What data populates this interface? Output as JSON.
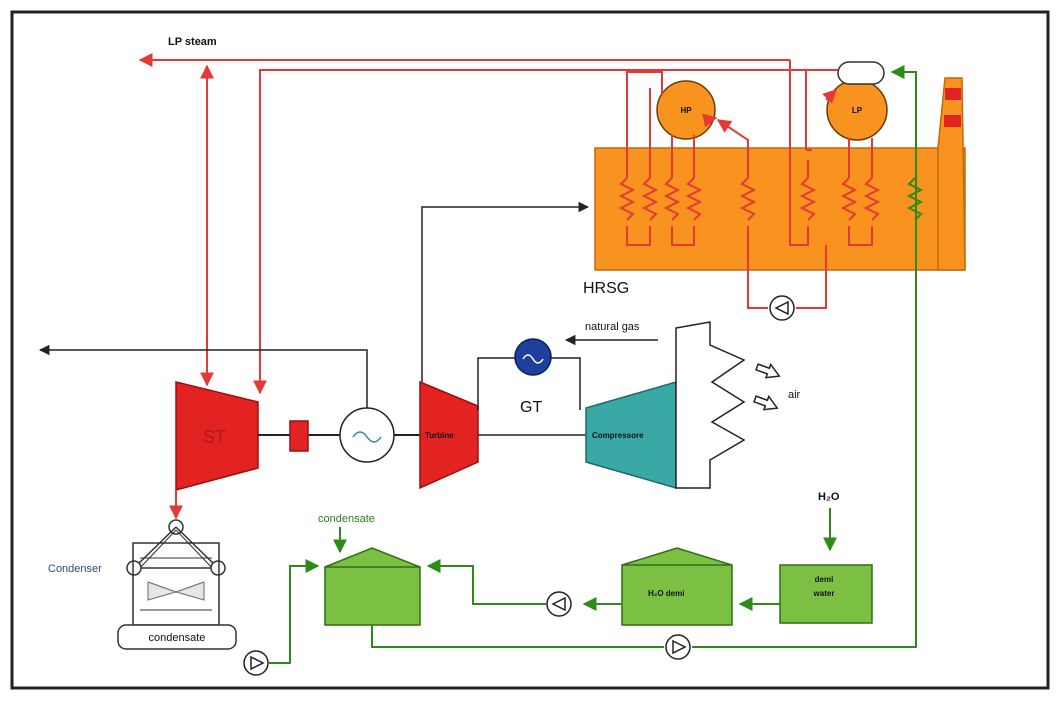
{
  "labels": {
    "lp_steam": "LP steam",
    "hrsg": "HRSG",
    "natural_gas": "natural gas",
    "gt": "GT",
    "air": "air",
    "st": "ST",
    "turbine": "Turbine",
    "compressor": "Compressore",
    "condenser": "Condenser",
    "condensate_top": "condensate",
    "condensate_bottom": "condensate",
    "h2o": "H₂O",
    "h2o_demi": "H₂O  demi",
    "demi": "demi",
    "water": "water",
    "hp_drum": "HP",
    "lp_drum": "LP"
  },
  "colors": {
    "steam": "#e53935",
    "water": "#2e8b1a",
    "gas": "#222222",
    "hrsg_fill": "#f7931e",
    "st_fill": "#e32222",
    "compressor_fill": "#3aa8a5",
    "tank_fill": "#7bc043",
    "generator_fill": "#1e3f9c"
  }
}
